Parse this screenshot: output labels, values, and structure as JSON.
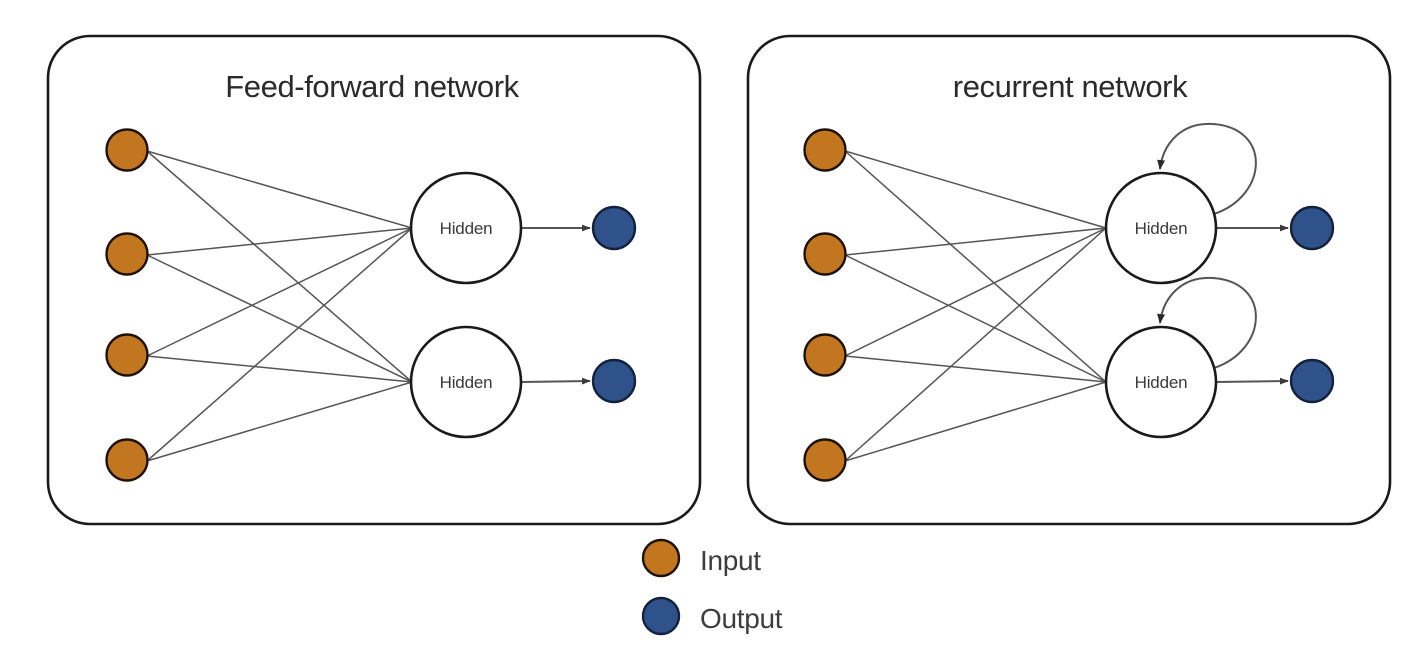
{
  "figure": {
    "background": "#ffffff",
    "node_colors": {
      "input_fill": "#C2761F",
      "input_stroke": "#1d1208",
      "output_fill": "#30528A",
      "output_stroke": "#14213d",
      "hidden_fill": "#ffffff",
      "hidden_stroke": "#1a1a1a",
      "edge": "#555555",
      "panel_border": "#1a1a1a"
    }
  },
  "panels": [
    {
      "id": "feed-forward",
      "title": "Feed-forward network",
      "inputs": [
        "",
        "",
        "",
        ""
      ],
      "hidden": [
        {
          "label": "Hidden",
          "self_loop": false
        },
        {
          "label": "Hidden",
          "self_loop": false
        }
      ],
      "outputs": [
        "",
        ""
      ]
    },
    {
      "id": "recurrent",
      "title": "recurrent network",
      "inputs": [
        "",
        "",
        "",
        ""
      ],
      "hidden": [
        {
          "label": "Hidden",
          "self_loop": true
        },
        {
          "label": "Hidden",
          "self_loop": true
        }
      ],
      "outputs": [
        "",
        ""
      ]
    }
  ],
  "legend": {
    "items": [
      {
        "label": "Input",
        "color": "#C2761F"
      },
      {
        "label": "Output",
        "color": "#30528A"
      }
    ]
  }
}
